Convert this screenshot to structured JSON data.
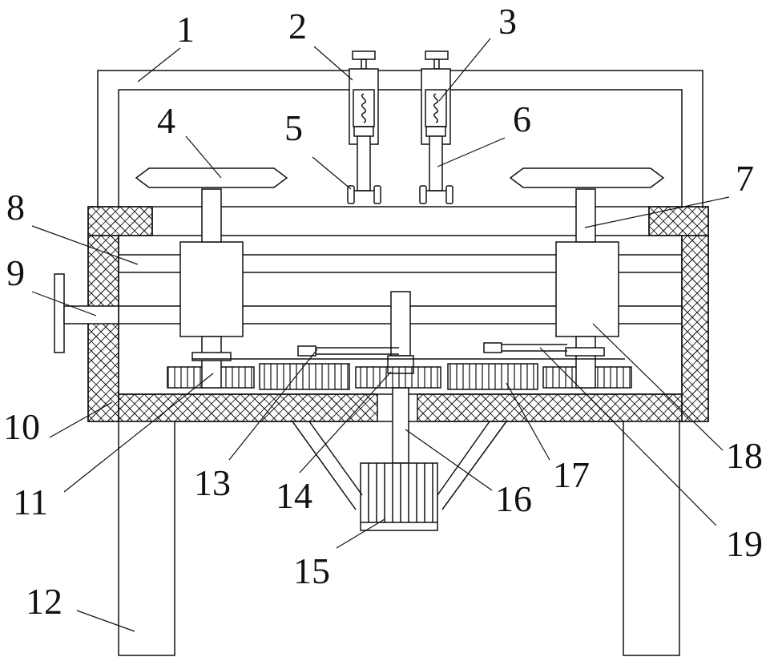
{
  "figure": {
    "callout_labels": [
      {
        "id": "c1",
        "text": "1"
      },
      {
        "id": "c2",
        "text": "2"
      },
      {
        "id": "c3",
        "text": "3"
      },
      {
        "id": "c4",
        "text": "4"
      },
      {
        "id": "c5",
        "text": "5"
      },
      {
        "id": "c6",
        "text": "6"
      },
      {
        "id": "c7",
        "text": "7"
      },
      {
        "id": "c8",
        "text": "8"
      },
      {
        "id": "c9",
        "text": "9"
      },
      {
        "id": "c10",
        "text": "10"
      },
      {
        "id": "c11",
        "text": "11"
      },
      {
        "id": "c12",
        "text": "12"
      },
      {
        "id": "c13",
        "text": "13"
      },
      {
        "id": "c14",
        "text": "14"
      },
      {
        "id": "c15",
        "text": "15"
      },
      {
        "id": "c16",
        "text": "16"
      },
      {
        "id": "c17",
        "text": "17"
      },
      {
        "id": "c18",
        "text": "18"
      },
      {
        "id": "c19",
        "text": "19"
      }
    ],
    "colors": {
      "line": "#111111",
      "background": "#ffffff"
    }
  }
}
